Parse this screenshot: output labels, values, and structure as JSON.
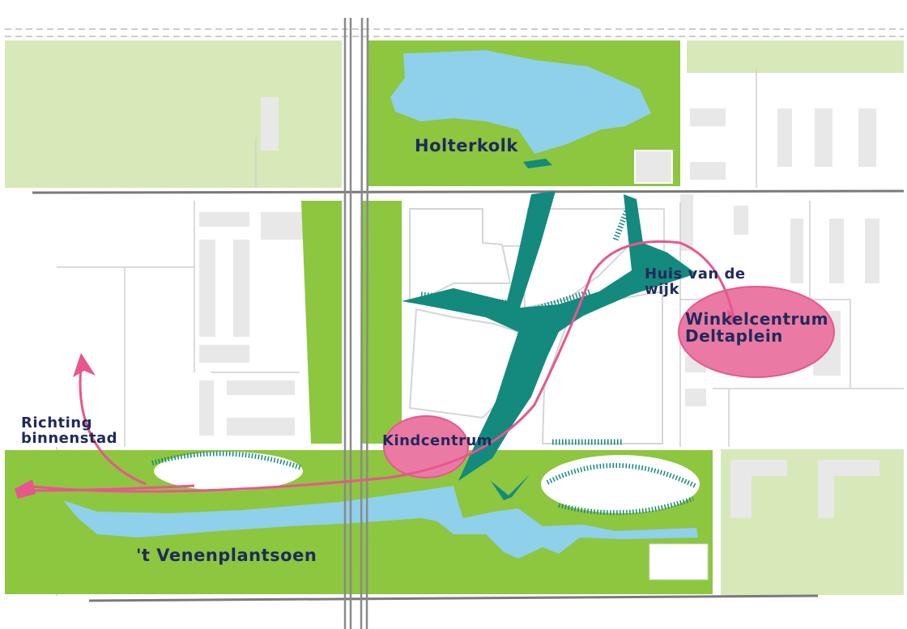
{
  "labels": {
    "holterkolk": "Holterkolk",
    "huis_van_de_wijk": "Huis van de wijk",
    "winkelcentrum": "Winkelcentrum Deltaplein",
    "richting": "Richting binnenstad",
    "kindcentrum": "Kindcentrum",
    "venenplantsoen": "'t Venenplantsoen"
  },
  "colors": {
    "park_green": "#8dc63f",
    "light_green": "#d7e9b8",
    "water": "#8fd0ea",
    "teal": "#138a7d",
    "pink": "#e8568e",
    "pink_fill": "#ea7aa3",
    "label": "#1f2a5c",
    "block_grey": "#e7e7e7",
    "road": "#6f6f6f"
  },
  "icons": [
    "park-area",
    "water-body",
    "teal-green-corridor",
    "pink-route-arrow",
    "building-block",
    "rail-line"
  ]
}
